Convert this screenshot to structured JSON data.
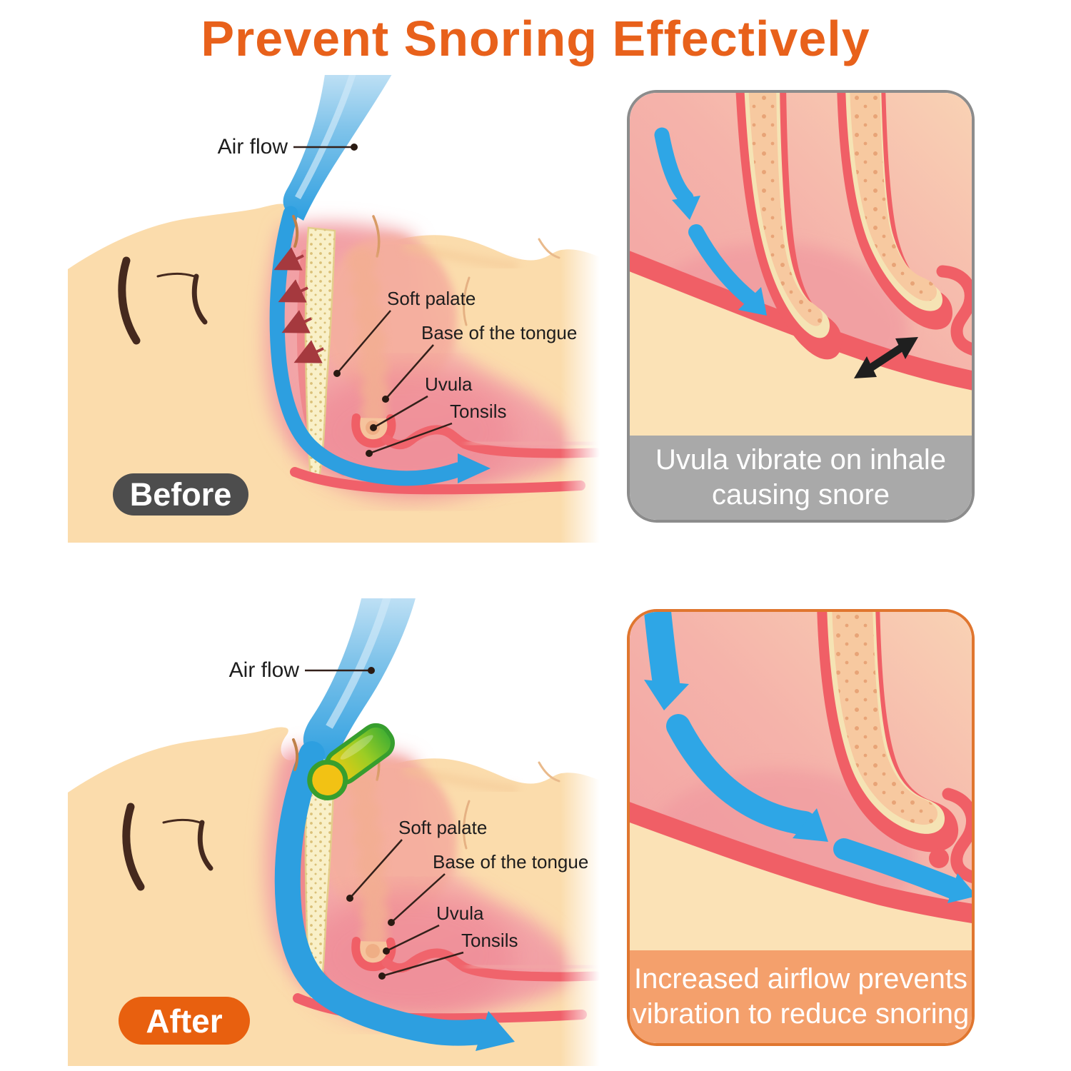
{
  "title": "Prevent Snoring Effectively",
  "colors": {
    "title_orange": "#E8611B",
    "badge_gray": "#4D4D4D",
    "badge_orange": "#E8600F",
    "caption_gray": "#A9A9A9",
    "caption_orange_bg": "#F4A06C",
    "panel_border_gray": "#8C8C8C",
    "panel_border_orange": "#E0762F",
    "skin": "#FBDCAC",
    "airway_red": "#F05F66",
    "airflow_blue": "#2D9FE0",
    "vibration_arrow_red": "#A5393E",
    "device_green": "#3FA435",
    "device_yellow": "#F2C214"
  },
  "before": {
    "badge_label": "Before",
    "labels": {
      "air_flow": "Air flow",
      "soft_palate": "Soft palate",
      "base_of_tongue": "Base of the tongue",
      "uvula": "Uvula",
      "tonsils": "Tonsils"
    },
    "closeup": {
      "caption_line1": "Uvula vibrate on inhale",
      "caption_line2": "causing snore"
    }
  },
  "after": {
    "badge_label": "After",
    "labels": {
      "air_flow": "Air flow",
      "soft_palate": "Soft palate",
      "base_of_tongue": "Base of the tongue",
      "uvula": "Uvula",
      "tonsils": "Tonsils"
    },
    "closeup": {
      "caption_line1": "Increased airflow prevents",
      "caption_line2": "vibration to reduce snoring"
    }
  }
}
